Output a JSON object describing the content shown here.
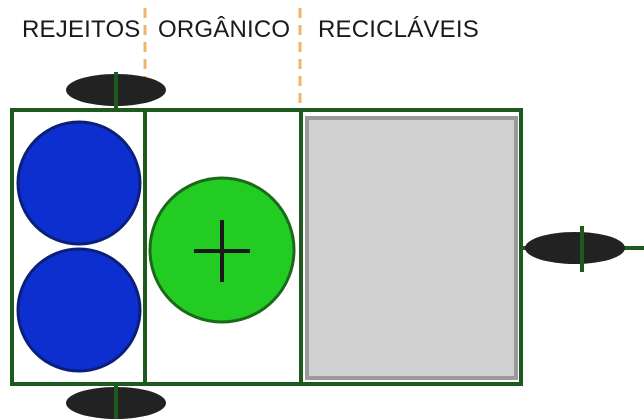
{
  "labels": {
    "rejeitos": "REJEITOS",
    "organico": "ORGÂNICO",
    "reciclaveis": "RECICLÁVEIS"
  },
  "colors": {
    "frame": "#1e5a1e",
    "divider": "#f0b46a",
    "blue_fill": "#0d2fd0",
    "blue_stroke": "#0a1f7a",
    "green_fill": "#22cc22",
    "green_stroke": "#1a6a1a",
    "gray_fill": "#d1d1d1",
    "gray_stroke": "#9a9a9a",
    "wheel": "#222222"
  }
}
